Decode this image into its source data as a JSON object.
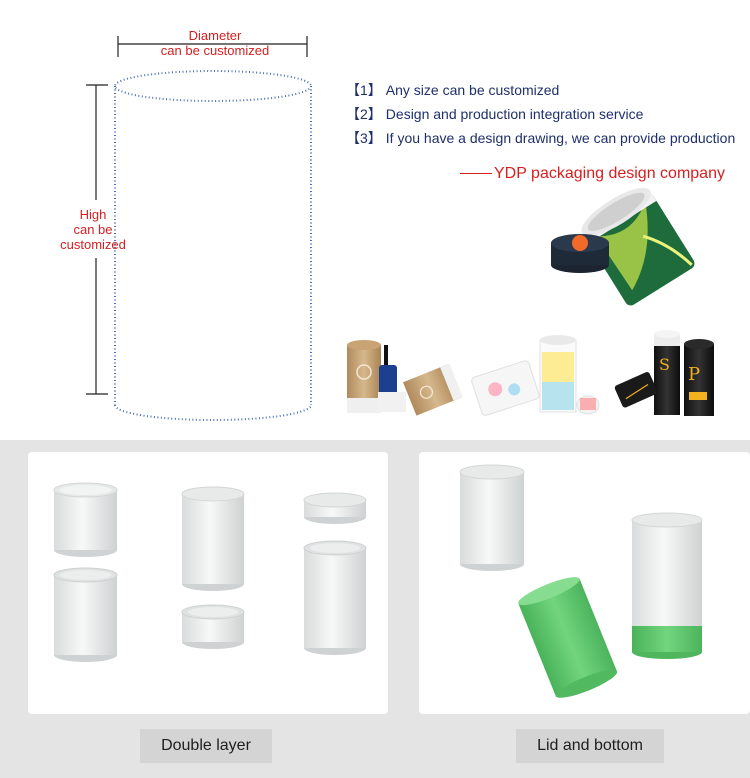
{
  "dimensions": {
    "diameter_line1": "Diameter",
    "diameter_line2": "can be customized",
    "height_line1": "High",
    "height_line2": "can be",
    "height_line3": "customized"
  },
  "features": [
    {
      "num": "【1】",
      "text": "Any size can be customized"
    },
    {
      "num": "【2】",
      "text": "Design and production integration service"
    },
    {
      "num": "【3】",
      "text": "If you have a design drawing, we can provide production"
    }
  ],
  "company": "YDP packaging design company",
  "captions": {
    "left": "Double layer",
    "right": "Lid and bottom"
  },
  "colors": {
    "accent_red": "#d61f1f",
    "feature_blue": "#1f2f6b",
    "dotted_outline": "#4a6fb5",
    "tube_green": "#5cc66a"
  }
}
